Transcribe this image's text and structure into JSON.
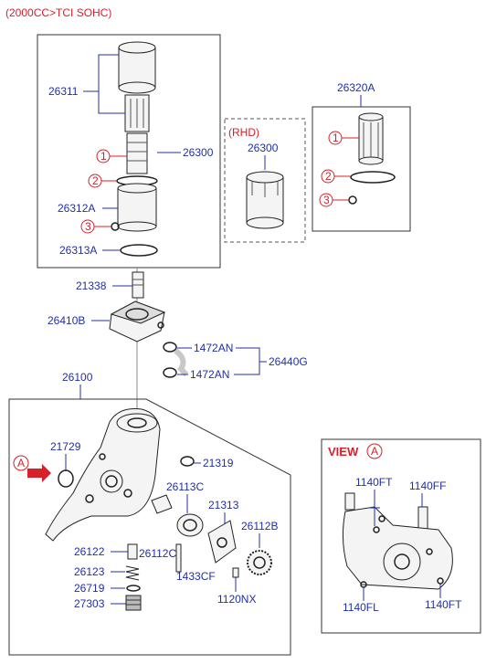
{
  "header": {
    "engine_label": "(2000CC>TCI SOHC)"
  },
  "rhd": {
    "label": "(RHD)"
  },
  "callouts": {
    "c1": "1",
    "c2": "2",
    "c3": "3",
    "view_ref": "A"
  },
  "parts": {
    "p26311": "26311",
    "p26300": "26300",
    "p26312A": "26312A",
    "p26313A": "26313A",
    "p26320A": "26320A",
    "p26300_rhd": "26300",
    "p21338": "21338",
    "p26410B": "26410B",
    "p1472AN_top": "1472AN",
    "p1472AN_bottom": "1472AN",
    "p26440G": "26440G",
    "p26100": "26100",
    "p21729": "21729",
    "p21319": "21319",
    "p26113C": "26113C",
    "p21313": "21313",
    "p26112B": "26112B",
    "p26122": "26122",
    "p26112C": "26112C",
    "p26123": "26123",
    "p1433CF": "1433CF",
    "p26719": "26719",
    "p1120NX": "1120NX",
    "p27303": "27303"
  },
  "view_panel": {
    "title": "VIEW",
    "labels": {
      "f1": "1140FT",
      "f2": "1140FF",
      "f3": "1140FL",
      "f4": "1140FT"
    }
  }
}
